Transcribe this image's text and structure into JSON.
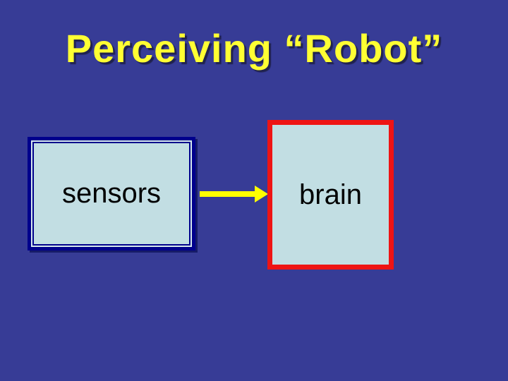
{
  "slide": {
    "title": "Perceiving “Robot”",
    "boxes": [
      {
        "id": "sensors",
        "label": "sensors"
      },
      {
        "id": "brain",
        "label": "brain"
      }
    ],
    "connector": {
      "from": "sensors",
      "to": "brain",
      "direction": "right"
    },
    "colors": {
      "background": "#373c96",
      "title_text": "#ffff33",
      "box_fill": "#c2dee3",
      "sensors_border": "#00008c",
      "brain_border": "#ee1414",
      "arrow": "#ffff00",
      "box_label_text": "#000000"
    }
  }
}
